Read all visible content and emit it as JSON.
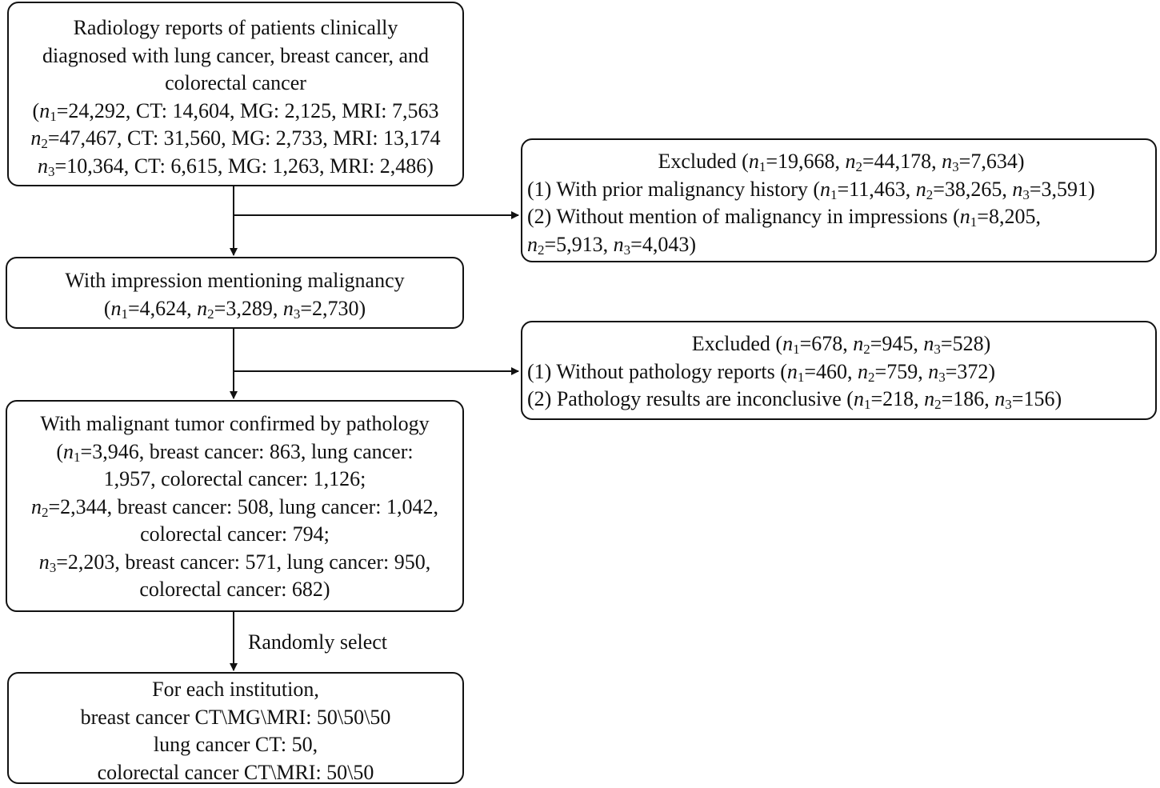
{
  "boxes": {
    "start": {
      "lines": [
        "Radiology reports of patients clinically",
        "diagnosed with lung cancer, breast cancer, and",
        "colorectal cancer",
        "(n1=24,292, CT: 14,604, MG: 2,125, MRI: 7,563",
        "n2=47,467, CT: 31,560, MG: 2,733, MRI: 13,174",
        "n3=10,364, CT: 6,615, MG: 1,263, MRI: 2,486)"
      ]
    },
    "excluded_1": {
      "lines": [
        "Excluded (n1=19,668, n2=44,178, n3=7,634)",
        "(1) With prior malignancy history (n1=11,463, n2=38,265, n3=3,591)",
        "(2) Without mention of malignancy in impressions (n1=8,205,",
        "n2=5,913, n3=4,043)"
      ]
    },
    "impression": {
      "lines": [
        "With impression mentioning malignancy",
        "(n1=4,624, n2=3,289, n3=2,730)"
      ]
    },
    "excluded_2": {
      "lines": [
        "Excluded (n1=678, n2=945, n3=528)",
        "(1) Without pathology reports (n1=460, n2=759, n3=372)",
        "(2) Pathology results are inconclusive (n1=218, n2=186, n3=156)"
      ]
    },
    "confirmed": {
      "lines": [
        "With malignant tumor confirmed by pathology",
        "(n1=3,946, breast cancer: 863, lung cancer:",
        "1,957, colorectal cancer: 1,126;",
        "n2=2,344, breast cancer: 508, lung cancer: 1,042,",
        "colorectal cancer: 794;",
        "n3=2,203, breast cancer: 571, lung cancer: 950,",
        "colorectal cancer: 682)"
      ]
    },
    "selection": {
      "lines": [
        "For each institution,",
        "breast cancer CT\\MG\\MRI: 50\\50\\50",
        "lung cancer CT: 50,",
        "colorectal cancer CT\\MRI: 50\\50"
      ]
    }
  },
  "edge_labels": {
    "randomly_select": "Randomly select"
  }
}
